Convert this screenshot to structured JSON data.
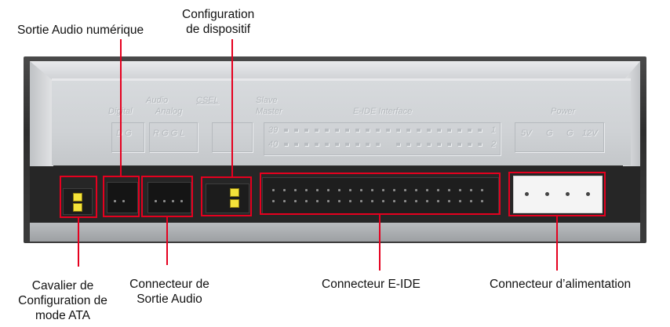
{
  "callouts": {
    "sortie_audio_numerique": "Sortie Audio numérique",
    "configuration_line1": "Configuration",
    "configuration_line2": "de dispositif",
    "cavalier_line1": "Cavalier de",
    "cavalier_line2": "Configuration de",
    "cavalier_line3": "mode ATA",
    "connecteur_audio_line1": "Connecteur de",
    "connecteur_audio_line2": "Sortie Audio",
    "connecteur_eide": "Connecteur E-IDE",
    "connecteur_alimentation": "Connecteur d’alimentation"
  },
  "silkscreen": {
    "audio": "Audio",
    "digital": "Digital",
    "analog": "Analog",
    "digital_pins": "D  G",
    "analog_pins": "R  G  G  L",
    "csel": "CSEL",
    "slave": "Slave",
    "master": "Master",
    "eide_interface": "E-IDE  Interface",
    "pin_39": "39",
    "pin_40": "40",
    "pin_1": "1",
    "pin_2": "2",
    "power": "Power",
    "power_5v": "5V",
    "power_g1": "G",
    "power_g2": "G",
    "power_12v": "12V"
  },
  "colors": {
    "highlight": "#e5001f",
    "jumper": "#f4e33a",
    "bezel": "#cfd2d5",
    "connector_strip": "#262626"
  }
}
